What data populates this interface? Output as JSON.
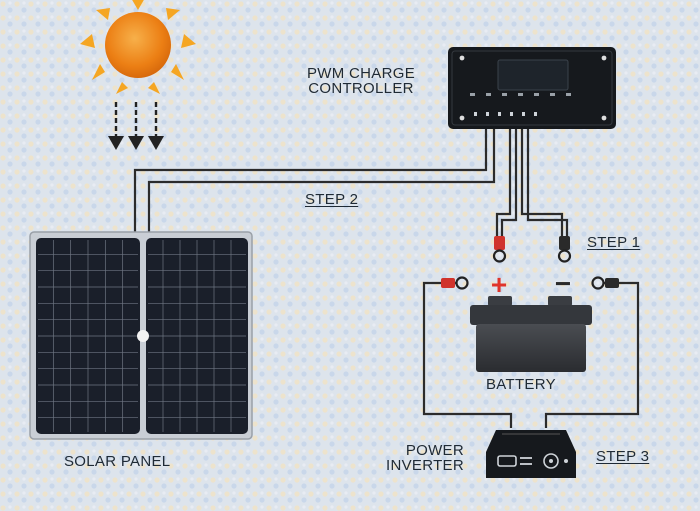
{
  "labels": {
    "controller": [
      "PWM CHARGE",
      "CONTROLLER"
    ],
    "step2": "STEP 2",
    "step1": "STEP 1",
    "step3": "STEP 3",
    "battery": "BATTERY",
    "inverter": [
      "POWER",
      "INVERTER"
    ],
    "solar_panel": "SOLAR PANEL",
    "plus_sign": "+",
    "minus_sign": "−"
  },
  "colors": {
    "wire": "#2b2b2b",
    "panel": "#1a1f2a",
    "panel_grid": "#7d8592",
    "sun": "#ef8a17",
    "sun_rays": "#f5a623",
    "terminal_red": "#d0332c",
    "plus_red": "#e0342a",
    "device": "#16191d",
    "background": "#dce3ea"
  },
  "icons": [
    "sun-icon",
    "sunlight-arrows-icon",
    "ring-terminal-icon",
    "battery-icon",
    "power-inverter-icon",
    "charge-controller-icon",
    "solar-panel-icon"
  ]
}
